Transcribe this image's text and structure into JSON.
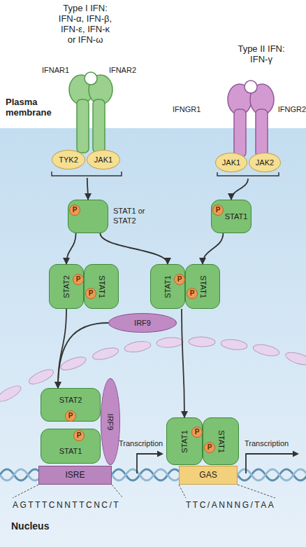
{
  "diagram": {
    "nodes": [
      {
        "text": [
          "IFNAR1",
          "IFNAR2"
        ]
      },
      {
        "text": [
          "TYK2"
        ],
        "in": 0
      },
      {
        "text": [
          "JAK1"
        ],
        "in": 0
      },
      {
        "text": [
          "IFNGR1",
          "IFNGR2"
        ]
      },
      {
        "text": [
          "JAK1"
        ],
        "in": 3
      },
      {
        "text": [
          "JAK2"
        ],
        "in": 3
      },
      {
        "text": [
          "STAT1 or STAT2"
        ]
      },
      {
        "text": [
          "P"
        ],
        "in": 6
      },
      {
        "text": [
          "STAT1"
        ]
      },
      {
        "text": [
          "P"
        ],
        "in": 8
      },
      {
        "text": [
          "STAT2"
        ]
      },
      {
        "text": [
          "P"
        ],
        "in": 10
      },
      {
        "text": [
          "STAT1"
        ]
      },
      {
        "text": [
          "P"
        ],
        "in": 12
      },
      {
        "text": [
          "STAT1"
        ]
      },
      {
        "text": [
          "P"
        ],
        "in": 14
      },
      {
        "text": [
          "STAT1"
        ]
      },
      {
        "text": [
          "P"
        ],
        "in": 16
      },
      {
        "text": [
          "IRF9"
        ]
      },
      {
        "text": [
          "STAT2"
        ]
      },
      {
        "text": [
          "P"
        ],
        "in": 19
      },
      {
        "text": [
          "STAT1"
        ]
      },
      {
        "text": [
          "P"
        ],
        "in": 21
      },
      {
        "text": [
          "IRF9"
        ]
      },
      {
        "text": [
          "ISRE"
        ]
      },
      {
        "text": [
          "STAT1"
        ]
      },
      {
        "text": [
          "P"
        ],
        "in": 25
      },
      {
        "text": [
          "STAT1"
        ]
      },
      {
        "text": [
          "P"
        ],
        "in": 27
      },
      {
        "text": [
          "GAS"
        ]
      }
    ],
    "edges": [
      {
        "from": 0,
        "to": 6,
        "arrow": "to"
      },
      {
        "from": 3,
        "to": 8,
        "arrow": "to"
      },
      {
        "from": 6,
        "to": 10,
        "arrow": "to"
      },
      {
        "from": 6,
        "to": 14,
        "arrow": "to"
      },
      {
        "from": 8,
        "to": 16,
        "arrow": "to"
      },
      {
        "from": 10,
        "to": 19,
        "arrow": "to"
      },
      {
        "from": 18,
        "to": 19,
        "arrow": "to"
      },
      {
        "from": 14,
        "to": 25,
        "arrow": "to"
      }
    ],
    "labels": [
      "Type I IFN: IFN-α, IFN-β, IFN-ε, IFN-κ or IFN-ω",
      "Type II IFN: IFN-γ",
      "Plasma membrane",
      "Transcription",
      "Transcription",
      "AGTTTCNNTTCNC/T",
      "TTC/ANNNG/TAA",
      "Nucleus"
    ]
  }
}
